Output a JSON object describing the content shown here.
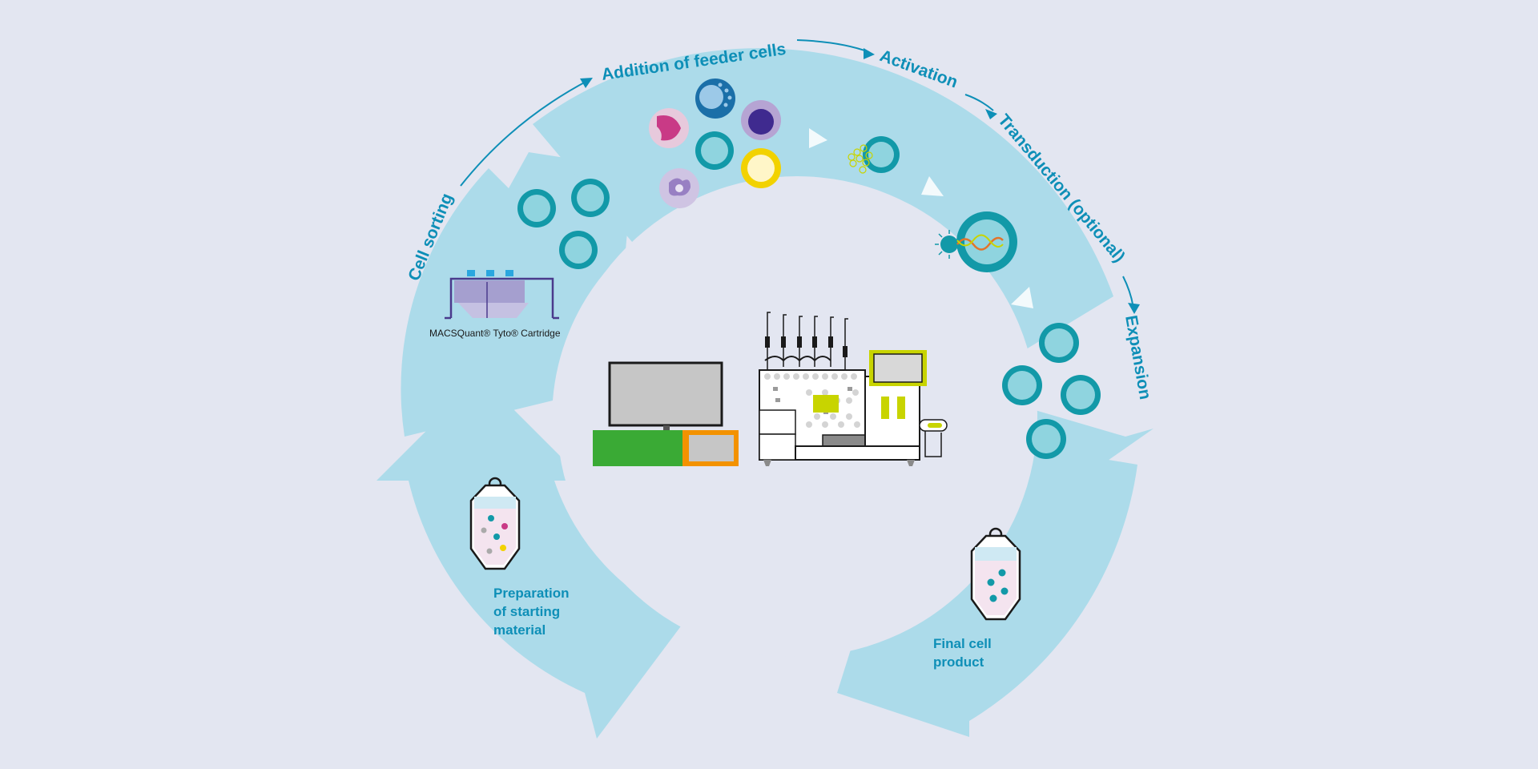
{
  "title": "",
  "steps": {
    "cell_sorting": "Cell sorting",
    "addition_feeder": "Addition of feeder cells",
    "activation": "Activation",
    "transduction": "Transduction (optional)",
    "expansion": "Expansion",
    "preparation_line1": "Preparation",
    "preparation_line2": "of starting",
    "preparation_line3": "material",
    "final_line1": "Final cell",
    "final_line2": "product"
  },
  "device": {
    "cartridge_label": "MACSQuant® Tyto® Cartridge"
  },
  "colors": {
    "background": "#e3e6f1",
    "cycle_arrow": "#acdbea",
    "text_accent": "#0e8fb7",
    "cell_teal": "#1299a8",
    "cell_fill": "#8fd4df",
    "instrument_green": "#3aaa35",
    "instrument_orange": "#f39200",
    "highlight_lime": "#c8d400"
  },
  "icons": [
    "circular-process-arrow-icon",
    "cell-icon",
    "feeder-cell-icon",
    "virus-vector-icon",
    "cell-bag-icon",
    "cartridge-icon",
    "instrument-icon",
    "monitor-icon"
  ]
}
